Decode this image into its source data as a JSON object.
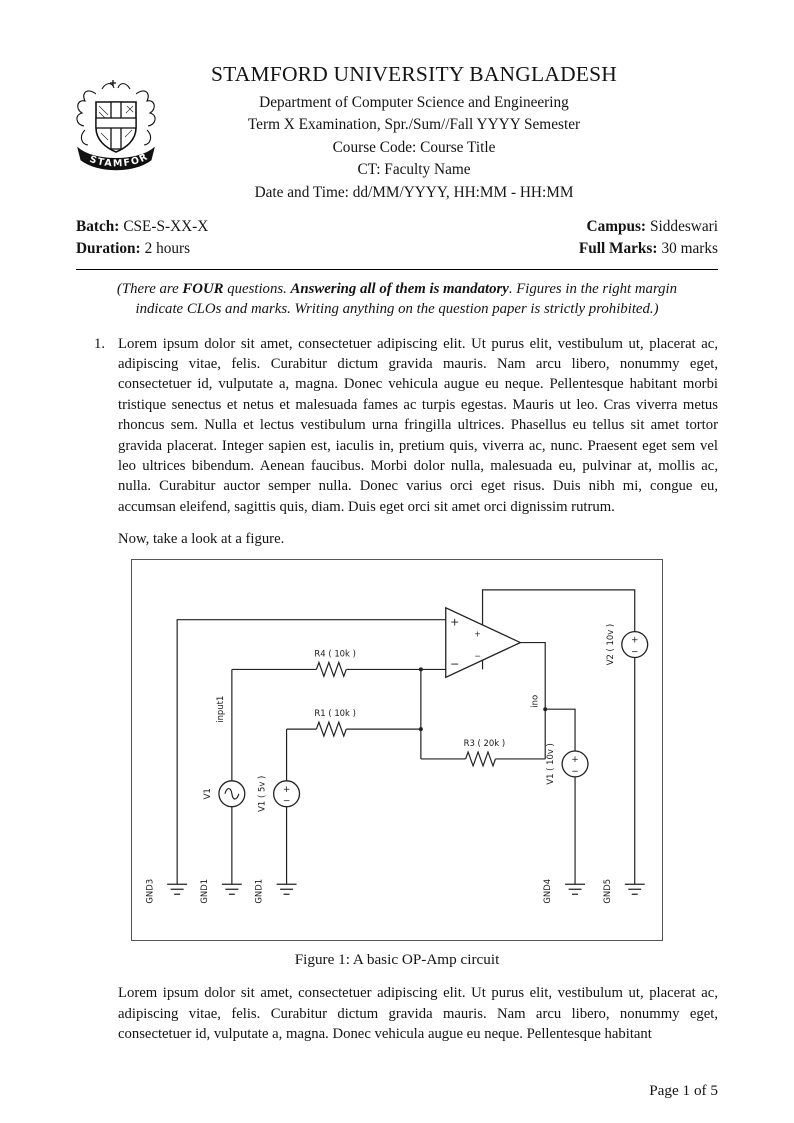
{
  "header": {
    "logo_text": "STAMFORD",
    "university": "STAMFORD UNIVERSITY BANGLADESH",
    "department": "Department of Computer Science and Engineering",
    "term": "Term X Examination, Spr./Sum//Fall YYYY Semester",
    "course": "Course Code: Course Title",
    "ct": "CT: Faculty Name",
    "datetime": "Date and Time: dd/MM/YYYY, HH:MM - HH:MM"
  },
  "meta": {
    "batch_label": "Batch:",
    "batch_value": "CSE-S-XX-X",
    "duration_label": "Duration:",
    "duration_value": "2 hours",
    "campus_label": "Campus:",
    "campus_value": "Siddeswari",
    "marks_label": "Full Marks:",
    "marks_value": "30 marks"
  },
  "instructions": {
    "pre": "(There are ",
    "four": "FOUR",
    "mid": " questions. ",
    "mandatory": "Answering all of them is mandatory",
    "post": ". Figures in the right margin indicate CLOs and marks. Writing anything on the question paper is strictly prohibited.)"
  },
  "question1": {
    "number": "1.",
    "text": "Lorem ipsum dolor sit amet, consectetuer adipiscing elit. Ut purus elit, vestibulum ut, placerat ac, adipiscing vitae, felis. Curabitur dictum gravida mauris. Nam arcu libero, nonummy eget, consectetuer id, vulputate a, magna. Donec vehicula augue eu neque. Pellentesque habitant morbi tristique senectus et netus et malesuada fames ac turpis egestas. Mauris ut leo. Cras viverra metus rhoncus sem. Nulla et lectus vestibulum urna fringilla ultrices. Phasellus eu tellus sit amet tortor gravida placerat. Integer sapien est, iaculis in, pretium quis, viverra ac, nunc. Praesent eget sem vel leo ultrices bibendum. Aenean faucibus. Morbi dolor nulla, malesuada eu, pulvinar at, mollis ac, nulla. Curabitur auctor semper nulla. Donec varius orci eget risus. Duis nibh mi, congue eu, accumsan eleifend, sagittis quis, diam. Duis eget orci sit amet orci dignissim rutrum.",
    "figure_intro": "Now, take a look at a figure."
  },
  "figure": {
    "caption": "Figure 1: A basic OP-Amp circuit",
    "opamp": {
      "plus_input": "+",
      "minus_input": "−",
      "plus_supply": "+",
      "minus_supply": "−"
    },
    "signs": {
      "plus": "+",
      "minus": "−"
    },
    "components": {
      "r4": "R4 ( 10k )",
      "r1": "R1 ( 10k )",
      "r3": "R3 ( 20k )",
      "input1": "input1",
      "ino": "ino",
      "v1_ac": "V1",
      "v1_5v": "V1 ( 5v )",
      "v1_10v": "V1 ( 10v )",
      "v2_10v": "V2 ( 10v )",
      "gnd3": "GND3",
      "gnd1_a": "GND1",
      "gnd1_b": "GND1",
      "gnd4": "GND4",
      "gnd5": "GND5"
    }
  },
  "closing_text": "Lorem ipsum dolor sit amet, consectetuer adipiscing elit. Ut purus elit, vestibulum ut, placerat ac, adipiscing vitae, felis. Curabitur dictum gravida mauris. Nam arcu libero, nonummy eget, consectetuer id, vulputate a, magna. Donec vehicula augue eu neque. Pellentesque habitant",
  "footer": {
    "page": "Page 1 of 5"
  }
}
